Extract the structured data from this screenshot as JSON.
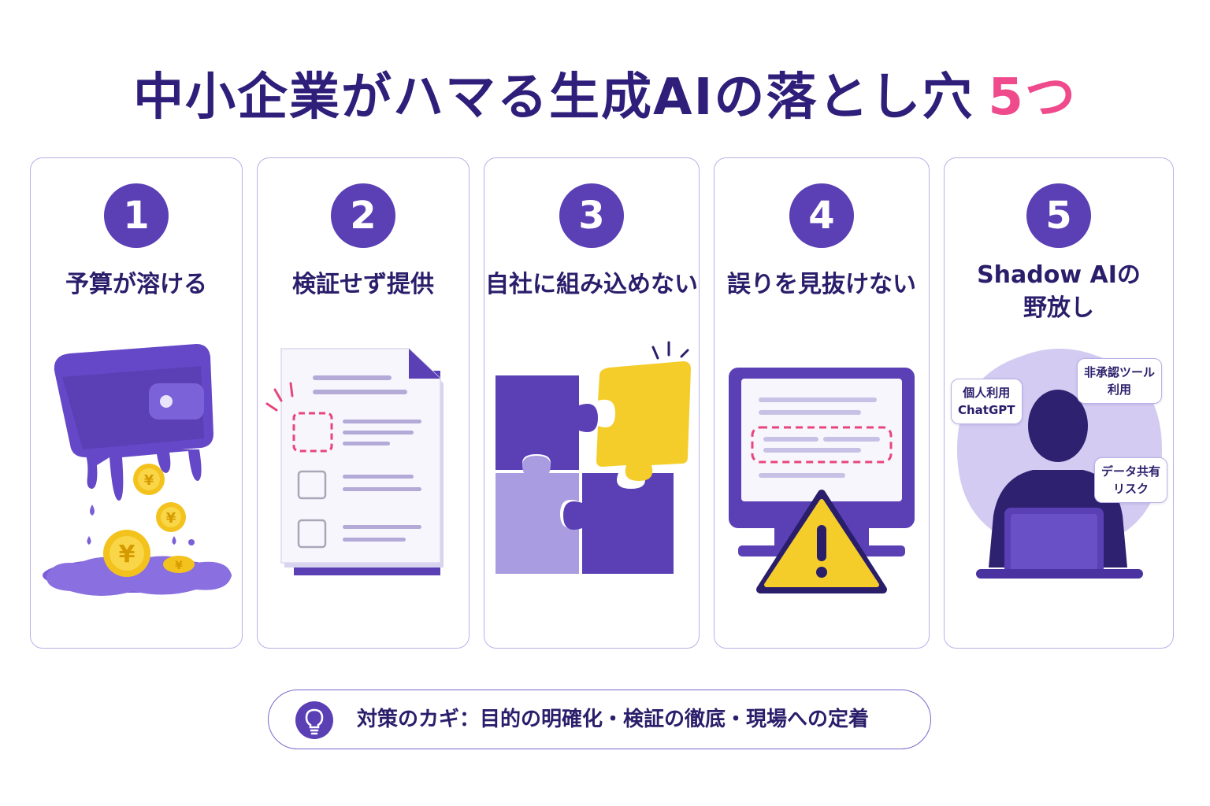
{
  "title": {
    "main": "中小企業がハマる生成AIの落とし穴",
    "accent": "5つ"
  },
  "colors": {
    "primary": "#5a3fb5",
    "accent": "#ee4a8c",
    "yellow": "#f5cd2a",
    "lavender": "#a99ce0",
    "border": "#b9b0e6"
  },
  "cards": [
    {
      "number": "1",
      "title": "予算が溶ける",
      "icon": "melting-wallet-yen-coins-icon"
    },
    {
      "number": "2",
      "title": "検証せず提供",
      "icon": "document-checklist-icon"
    },
    {
      "number": "3",
      "title": "自社に組み込めない",
      "icon": "puzzle-pieces-icon"
    },
    {
      "number": "4",
      "title_lines": [
        "誤りを見抜けない"
      ],
      "title": "誤りを見抜けない",
      "icon": "monitor-warning-icon"
    },
    {
      "number": "5",
      "title_lines": [
        "Shadow AIの",
        "野放し"
      ],
      "icon": "person-laptop-icon",
      "bubbles": [
        {
          "lines": [
            "個人利用",
            "ChatGPT"
          ]
        },
        {
          "lines": [
            "非承認ツール",
            "利用"
          ]
        },
        {
          "lines": [
            "データ共有",
            "リスク"
          ]
        }
      ]
    }
  ],
  "footer": {
    "text": "対策のカギ：目的の明確化・検証の徹底・現場への定着",
    "icon": "lightbulb-icon"
  }
}
